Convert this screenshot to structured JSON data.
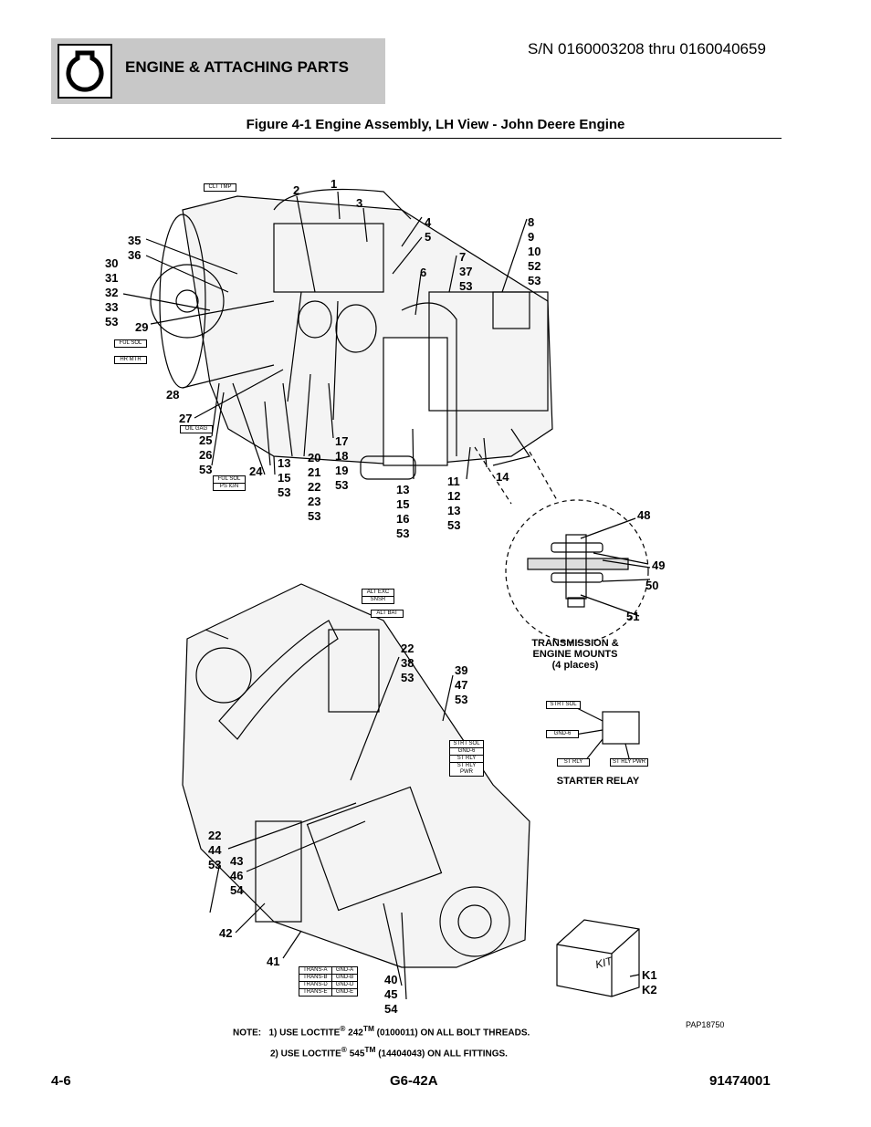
{
  "header": {
    "section_title": "ENGINE & ATTACHING PARTS",
    "serial_range": "S/N 0160003208 thru 0160040659",
    "figure_title": "Figure 4-1 Engine Assembly, LH View - John Deere Engine"
  },
  "upper_callouts": {
    "c1": "1",
    "c2": "2",
    "c3": "3",
    "c4_5": "4\n5",
    "c6": "6",
    "c7_37_53": "7\n37\n53",
    "c8_53": "8\n9\n10\n52\n53",
    "c35_36": "35\n36",
    "c30_53": "30\n31\n32\n33\n53",
    "c29": "29",
    "c28": "28",
    "c27": "27",
    "c25_53": "25\n26\n53",
    "c24": "24",
    "c13_15_53": "13\n15\n53",
    "c20_53": "20\n21\n22\n23\n53",
    "c17_53": "17\n18\n19\n53",
    "c13_16_53": "13\n15\n16\n53",
    "c11_53": "11\n12\n13\n53",
    "c14": "14"
  },
  "mount_callouts": {
    "c48": "48",
    "c49": "49",
    "c50": "50",
    "c51": "51"
  },
  "mount_caption": "TRANSMISSION &\nENGINE MOUNTS\n(4 places)",
  "lower_callouts": {
    "c22_38_53": "22\n38\n53",
    "c39_47_53": "39\n47\n53",
    "c22_44_53": "22\n44\n53",
    "c43_46_54": "43\n46\n54",
    "c42": "42",
    "c41": "41",
    "c40_45_54": "40\n45\n54"
  },
  "kit_callouts": "K1\nK2",
  "kit_label": "KIT",
  "relay_caption": "STARTER RELAY",
  "tags": {
    "clt_tmp": "CLT TMP",
    "ful_sol": "FUL SOL",
    "hr_mtr": "HR MTR",
    "oil_gag": "OIL GAG",
    "ful_sol2": "FUL SOL",
    "ps_ign": "PS IGN",
    "alt_exc": "ALT EXC",
    "snsr": "SNSR",
    "alt_bat": "ALT BAT",
    "strt_sol": "STRT SOL",
    "gnd6": "GND-6",
    "st_rly": "ST RLY",
    "st_rly_pwr": "ST RLY PWR",
    "r_strt_sol": "STRT SOL",
    "r_gnd6": "GND-6",
    "r_st_rly": "ST RLY",
    "r_st_rly_pwr": "ST RLY PWR"
  },
  "trans_table": [
    [
      "TRANS-A",
      "GND-A"
    ],
    [
      "TRANS-B",
      "GND-B"
    ],
    [
      "TRANS-D",
      "GND-D"
    ],
    [
      "TRANS-E",
      "GND-E"
    ]
  ],
  "note": {
    "label": "NOTE:",
    "line1_a": "1) USE LOCTITE",
    "line1_b": "242",
    "line1_c": "(0100011) ON ALL BOLT THREADS.",
    "line2_a": "2) USE LOCTITE",
    "line2_b": "545",
    "line2_c": "(14404043) ON ALL FITTINGS.",
    "reg": "®",
    "tm": "TM"
  },
  "pap": "PAP18750",
  "footer": {
    "page": "4-6",
    "model": "G6-42A",
    "doc_number": "91474001"
  }
}
